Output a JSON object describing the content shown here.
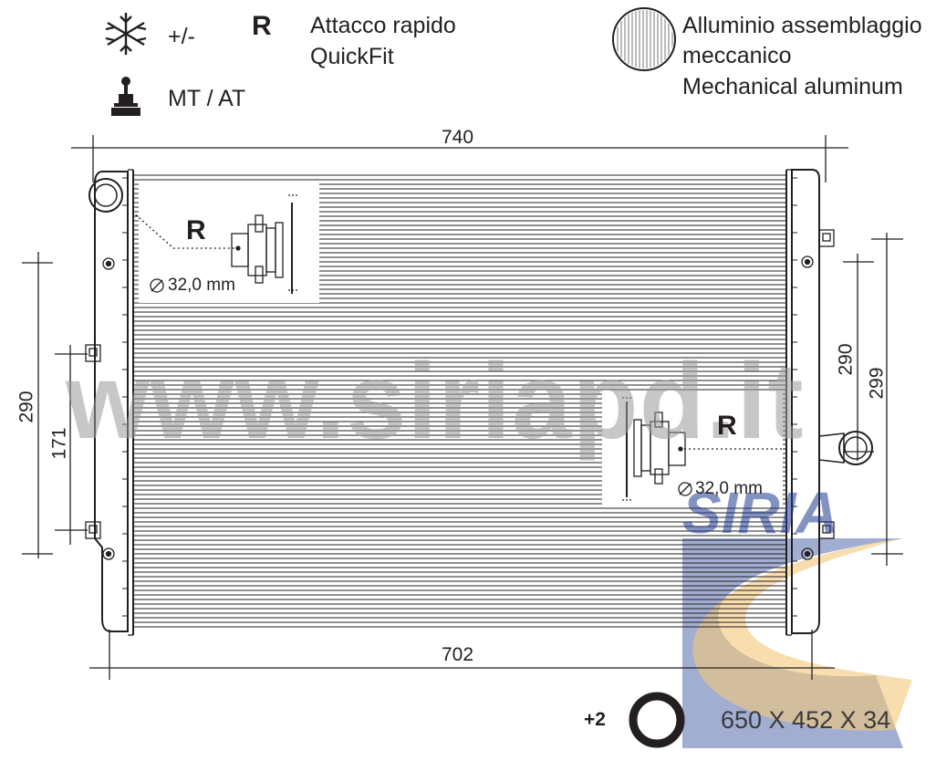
{
  "legend": {
    "snowflake_icon": "snowflake-icon",
    "ac_label": "+/-",
    "r_symbol": "R",
    "quickfit_line1": "Attacco rapido",
    "quickfit_line2": "QuickFit",
    "aluminum_line1": "Alluminio assemblaggio",
    "aluminum_line2": "meccanico",
    "aluminum_line3": "Mechanical aluminum",
    "gearshift_icon": "gear-shift-icon",
    "transmission_label": "MT / AT"
  },
  "dimensions": {
    "top_width": "740",
    "bottom_width": "702",
    "left_outer_height": "290",
    "left_inner_height": "171",
    "right_inner_height": "290",
    "right_outer_height": "299"
  },
  "callouts": {
    "top_left": {
      "symbol": "R",
      "diameter": "32,0 mm"
    },
    "right": {
      "symbol": "R",
      "diameter": "32,0 mm"
    }
  },
  "watermark": "www.siriapd.it",
  "brand": "SIRIA",
  "footer": {
    "quantity": "+2",
    "oring_icon": "o-ring-icon",
    "core_size": "650 X 452 X 34"
  },
  "colors": {
    "line": "#231f20",
    "watermark_gray": "#9b9b9b",
    "brand_blue": "#1f3c8f",
    "brand_yellow": "#f3c87a"
  }
}
